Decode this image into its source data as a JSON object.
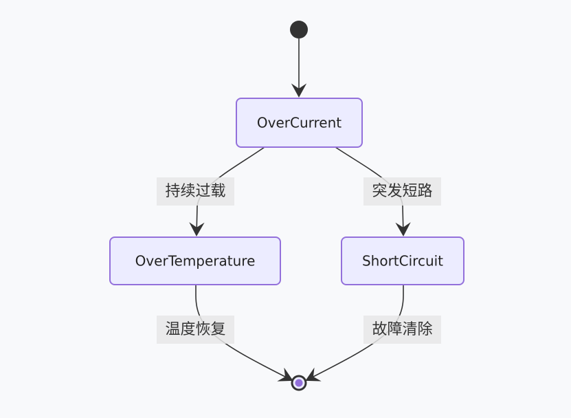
{
  "diagram": {
    "type": "state",
    "start": {
      "id": "start"
    },
    "end": {
      "id": "end"
    },
    "states": [
      {
        "id": "OverCurrent",
        "label": "OverCurrent"
      },
      {
        "id": "OverTemperature",
        "label": "OverTemperature"
      },
      {
        "id": "ShortCircuit",
        "label": "ShortCircuit"
      }
    ],
    "transitions": [
      {
        "from": "start",
        "to": "OverCurrent",
        "label": ""
      },
      {
        "from": "OverCurrent",
        "to": "OverTemperature",
        "label": "持续过载"
      },
      {
        "from": "OverCurrent",
        "to": "ShortCircuit",
        "label": "突发短路"
      },
      {
        "from": "OverTemperature",
        "to": "end",
        "label": "温度恢复"
      },
      {
        "from": "ShortCircuit",
        "to": "end",
        "label": "故障清除"
      }
    ],
    "colors": {
      "state_fill": "#ececff",
      "state_stroke": "#9370db",
      "edge": "#333333",
      "end_dot": "#9370db"
    }
  }
}
